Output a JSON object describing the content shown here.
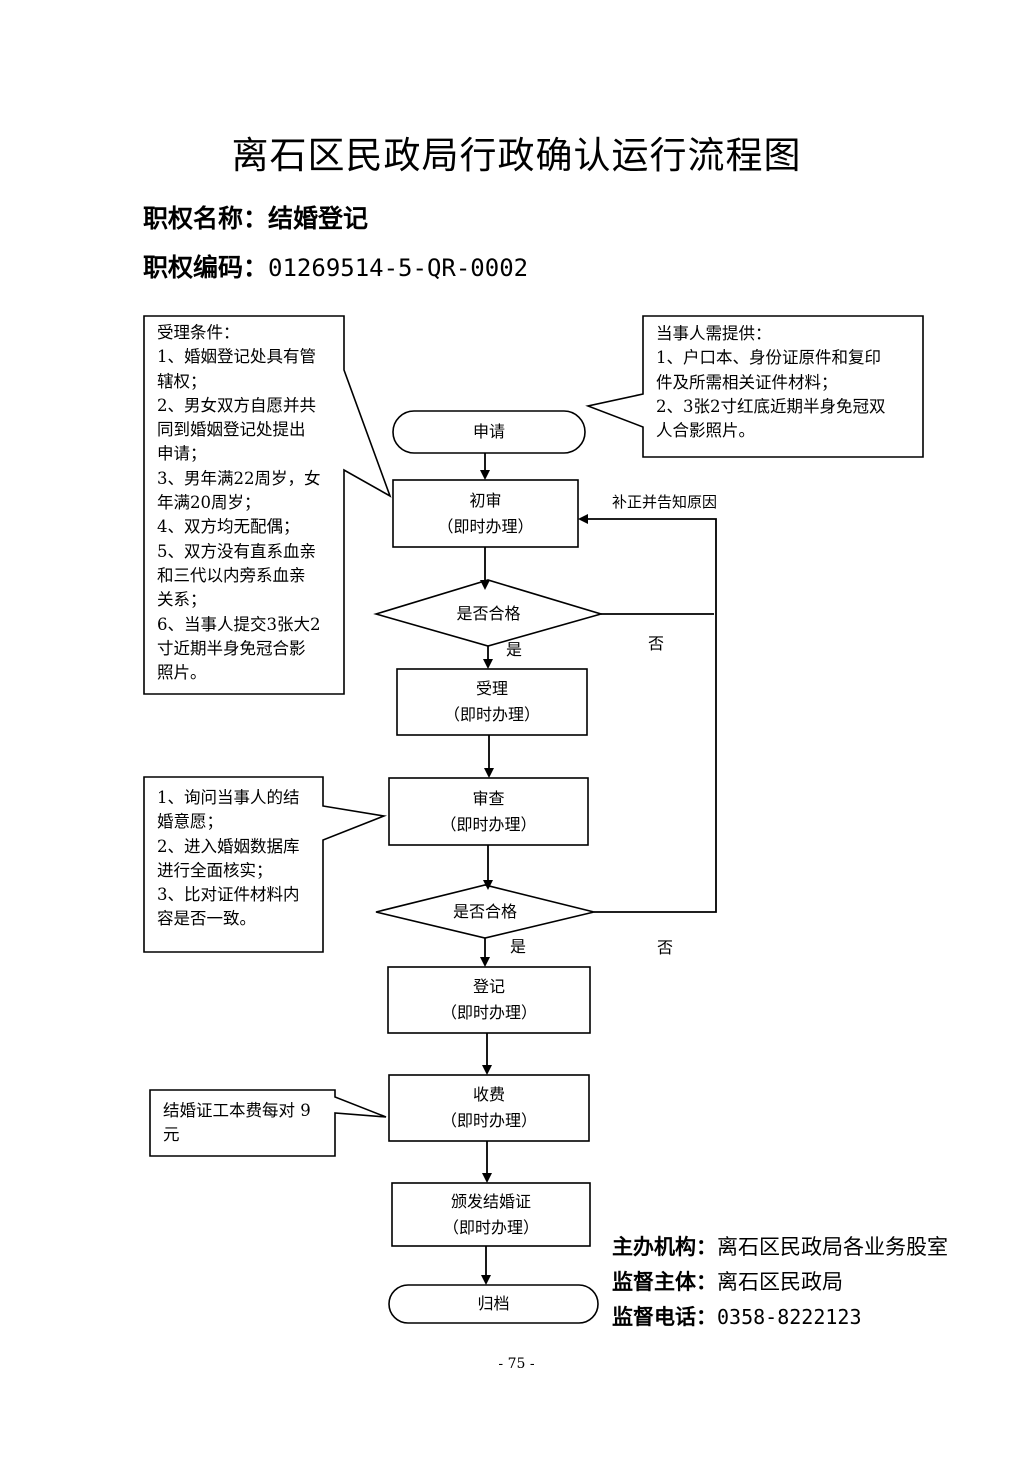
{
  "title": "离石区民政局行政确认运行流程图",
  "power_name_label": "职权名称：",
  "power_name_value": "结婚登记",
  "power_code_label": "职权编码：",
  "power_code_value": "01269514-5-QR-0002",
  "callouts": {
    "conditions": [
      "受理条件：",
      "1、婚姻登记处具有管",
      "辖权；",
      "2、男女双方自愿并共",
      "同到婚姻登记处提出",
      "申请；",
      "3、男年满22周岁，女",
      "年满20周岁；",
      "4、双方均无配偶；",
      "5、双方没有直系血亲",
      "和三代以内旁系血亲",
      "关系；",
      "6、当事人提交3张大2",
      "寸近期半身免冠合影",
      "照片。"
    ],
    "materials": [
      "当事人需提供：",
      "1、户口本、身份证原件和复印",
      "件及所需相关证件材料；",
      "2、3张2寸红底近期半身免冠双",
      "人合影照片。"
    ],
    "review": [
      "1、询问当事人的结",
      "婚意愿；",
      "2、进入婚姻数据库",
      "进行全面核实；",
      "3、比对证件材料内",
      "容是否一致。"
    ],
    "fee": [
      "结婚证工本费每对 9",
      "元"
    ]
  },
  "nodes": {
    "apply": "申请",
    "initial": "初审",
    "initial_sub": "（即时办理）",
    "check1": "是否合格",
    "accept": "受理",
    "accept_sub": "（即时办理）",
    "review": "审查",
    "review_sub": "（即时办理）",
    "check2": "是否合格",
    "register": "登记",
    "register_sub": "（即时办理）",
    "charge": "收费",
    "charge_sub": "（即时办理）",
    "issue": "颁发结婚证",
    "issue_sub": "（即时办理）",
    "archive": "归档"
  },
  "edges": {
    "yes1": "是",
    "no1": "否",
    "yes2": "是",
    "no2": "否",
    "correct": "补正并告知原因"
  },
  "footer": {
    "org_label": "主办机构：",
    "org_value": "离石区民政局各业务股室",
    "supervisor_label": "监督主体：",
    "supervisor_value": "离石区民政局",
    "phone_label": "监督电话：",
    "phone_value": "0358-8222123"
  },
  "page_number": "- 75 -"
}
